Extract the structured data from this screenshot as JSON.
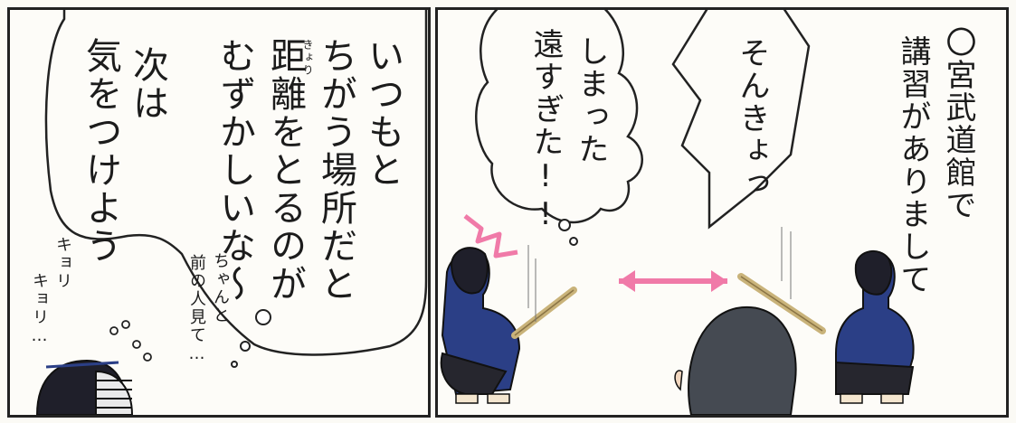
{
  "comic": {
    "right_panel": {
      "narration": [
        "〇宮武道館で",
        "講習がありまして"
      ],
      "speech_right": "そんきょっ",
      "thought_bubble": [
        "しまった",
        "遠すぎた!!"
      ]
    },
    "left_panel": {
      "speech_lines": [
        "いつもと",
        "ちがう場所だと",
        "距離をとるのが",
        "むずかしいな〜",
        "次は",
        "気をつけよう"
      ],
      "ruby_kyori": "きょり",
      "side_note": [
        "ちゃんと",
        "前の人見て…"
      ],
      "sfx": [
        "キョリ",
        "キョリ…"
      ]
    }
  },
  "colors": {
    "ink": "#1c1c1c",
    "accent_pink": "#f07aa8",
    "uniform_blue": "#2b3f86",
    "shinai": "#c9b37a"
  }
}
